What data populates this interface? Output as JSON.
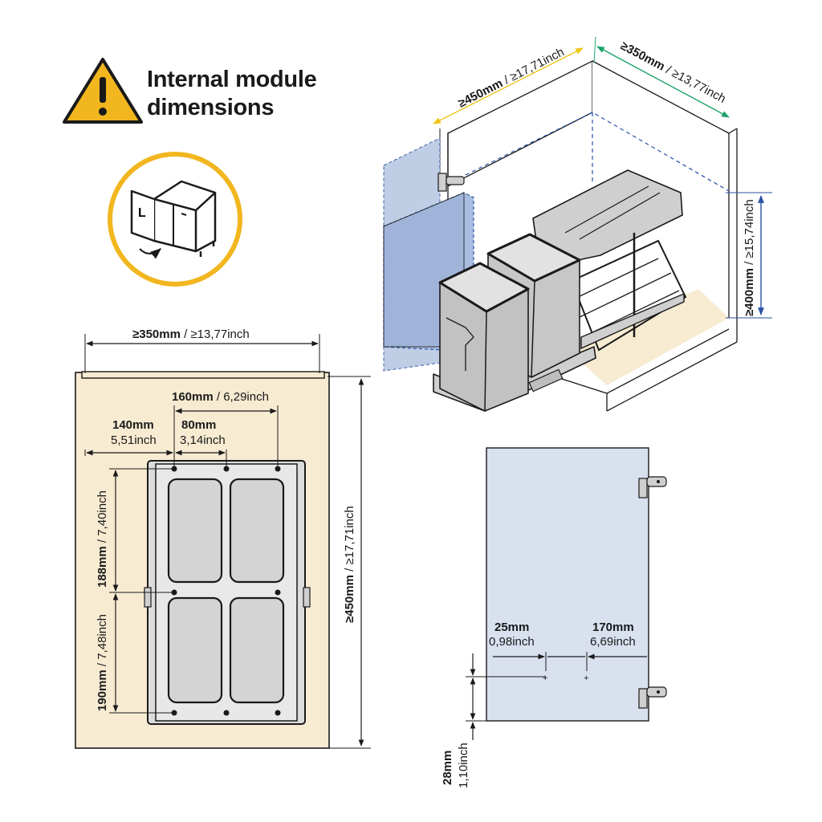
{
  "title": {
    "line1": "Internal module",
    "line2": "dimensions"
  },
  "warning_icon": "warning-triangle-icon",
  "cabinet_icon_letter": "L",
  "colors": {
    "accent_yellow": "#f2b61f",
    "wood": "#f7ebd2",
    "door_blue": "#d9e1ef",
    "dim_yellow": "#f0c419",
    "dim_green": "#1fa36a",
    "dim_blue": "#2952a3"
  },
  "plan_dims": {
    "width": {
      "mm": "≥350mm",
      "inch": "≥13,77inch"
    },
    "depth": {
      "mm": "≥450mm",
      "inch": "≥17,71inch"
    },
    "d160": {
      "mm": "160mm",
      "inch": "6,29inch"
    },
    "d140": {
      "mm": "140mm",
      "inch": "5,51inch"
    },
    "d80": {
      "mm": "80mm",
      "inch": "3,14inch"
    },
    "d188": {
      "mm": "188mm",
      "inch": "7,40inch"
    },
    "d190": {
      "mm": "190mm",
      "inch": "7,48inch"
    }
  },
  "iso_dims": {
    "depth": {
      "mm": "≥450mm",
      "inch": "≥17,71inch"
    },
    "width": {
      "mm": "≥350mm",
      "inch": "≥13,77inch"
    },
    "height": {
      "mm": "≥400mm",
      "inch": "≥15,74inch"
    }
  },
  "door_dims": {
    "d25": {
      "mm": "25mm",
      "inch": "0,98inch"
    },
    "d170": {
      "mm": "170mm",
      "inch": "6,69inch"
    },
    "d28": {
      "mm": "28mm",
      "inch": "1,10inch"
    }
  }
}
